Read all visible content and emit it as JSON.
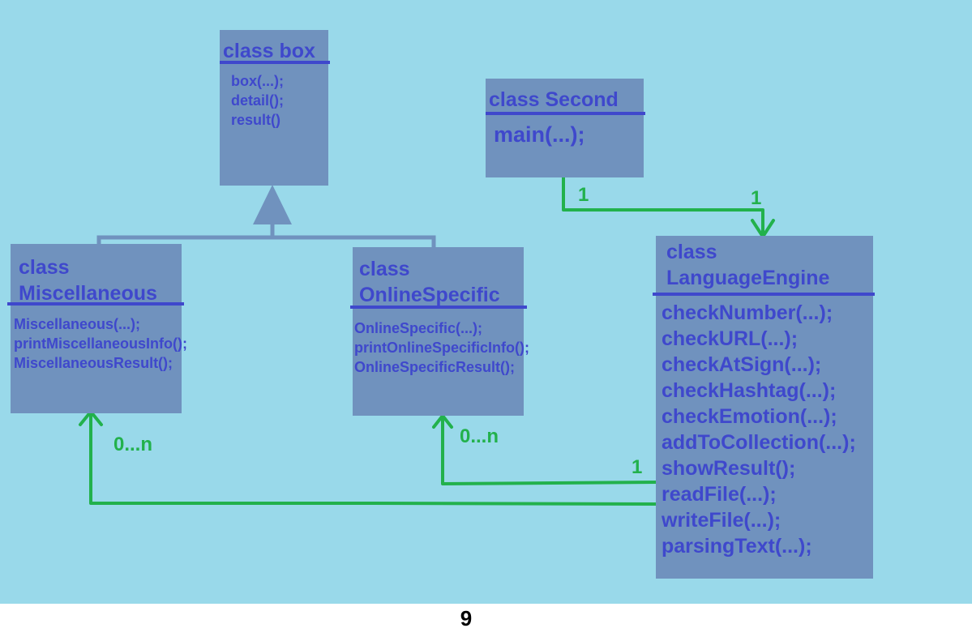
{
  "classes": {
    "box": {
      "title": "class box",
      "methods": [
        "box(...);",
        "detail();",
        "result()"
      ]
    },
    "second": {
      "title": "class Second",
      "methods": [
        "main(...);"
      ]
    },
    "misc": {
      "title": "class\nMiscellaneous",
      "methods": [
        "Miscellaneous(...);",
        "printMiscellaneousInfo();",
        "MiscellaneousResult();"
      ]
    },
    "online": {
      "title": "class\nOnlineSpecific",
      "methods": [
        "OnlineSpecific(...);",
        "printOnlineSpecificInfo();",
        "OnlineSpecificResult();"
      ]
    },
    "engine": {
      "title": "class\nLanguageEngine",
      "methods": [
        "checkNumber(...);",
        "checkURL(...);",
        "checkAtSign(...);",
        "checkHashtag(...);",
        "checkEmotion(...);",
        "addToCollection(...);",
        "showResult();",
        "readFile(...);",
        "writeFile(...);",
        "parsingText(...);"
      ]
    }
  },
  "multiplicities": {
    "second_source": "1",
    "engine_target": "1",
    "misc_target": "0...n",
    "online_target": "0...n",
    "engine_source": "1"
  },
  "page_number": "9",
  "colors": {
    "background": "#99d9ea",
    "box_fill": "#7092be",
    "text": "#3f48cc",
    "association": "#22b14c",
    "inheritance": "#7092be"
  }
}
